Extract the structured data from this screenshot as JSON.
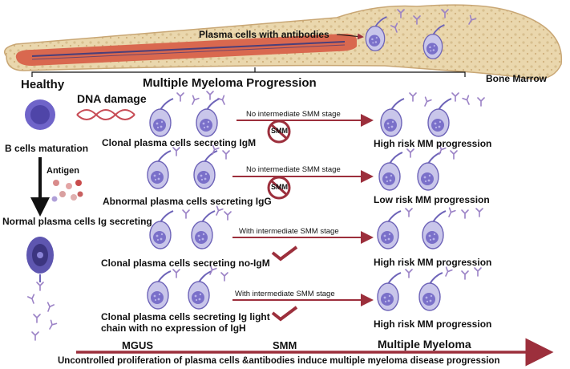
{
  "bone": {
    "plasma_label": "Plasma cells with antibodies",
    "marrow_label": "Bone Marrow"
  },
  "left": {
    "healthy": "Healthy",
    "dna_damage": "DNA damage",
    "b_cells": "B cells maturation",
    "antigen": "Antigen",
    "normal_plasma": "Normal plasma cells Ig secreting"
  },
  "main_title": "Multiple Myeloma Progression",
  "rows": [
    {
      "left_label": "Clonal plasma cells secreting IgM",
      "arrow_label": "No intermediate SMM stage",
      "smm_text": "SMM",
      "marker": "no-smm",
      "right_label": "High risk MM progression"
    },
    {
      "left_label": "Abnormal plasma cells secreting IgG",
      "arrow_label": "No intermediate SMM stage",
      "smm_text": "SMM",
      "marker": "no-smm",
      "right_label": "Low risk MM progression"
    },
    {
      "left_label": "Clonal plasma cells secreting no-IgM",
      "arrow_label": "With intermediate SMM stage",
      "smm_text": "",
      "marker": "check",
      "right_label": "High risk MM progression"
    },
    {
      "left_label_1": "Clonal plasma cells secreting Ig light",
      "left_label_2": "chain with no expression of IgH",
      "arrow_label": "With intermediate SMM stage",
      "smm_text": "",
      "marker": "check",
      "right_label": "High risk MM progression"
    }
  ],
  "bottom": {
    "mgus": "MGUS",
    "smm": "SMM",
    "mm": "Multiple Myeloma",
    "caption": "Uncontrolled proliferation of plasma cells &antibodies induce multiple myeloma disease progression"
  },
  "colors": {
    "arrow": "#9c2f3c",
    "bone": "#ead7ad",
    "marrow_red": "#d9684f",
    "cell": "#8f8ad6",
    "antibody": "#9b82c6"
  }
}
